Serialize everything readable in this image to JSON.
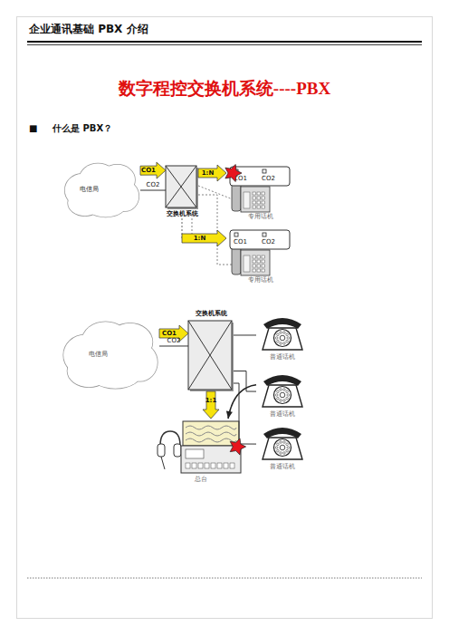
{
  "diagram": {
    "title": "数字程控交换机系统----PBX",
    "nodes": [
      {
        "text": [
          "电信局"
        ]
      },
      {
        "text": [
          "交换机系统"
        ]
      },
      {
        "text": [
          "CO1",
          "CO2",
          "专用话机"
        ]
      },
      {
        "text": [
          "CO1",
          "CO2",
          "专用话机"
        ]
      },
      {
        "text": [
          "电信局"
        ]
      },
      {
        "text": [
          "交换机系统"
        ]
      },
      {
        "text": [
          "普通话机"
        ]
      },
      {
        "text": [
          "普通话机"
        ]
      },
      {
        "text": [
          "普通话机"
        ]
      },
      {
        "text": [
          "总台"
        ]
      }
    ],
    "edges": [
      {
        "from": 0,
        "to": 1,
        "label": "CO1",
        "arrow": "to"
      },
      {
        "from": 0,
        "to": 1,
        "label": "CO2",
        "arrow": "none"
      },
      {
        "from": 1,
        "to": 2,
        "label": "1:N",
        "arrow": "to"
      },
      {
        "from": 1,
        "to": 3,
        "label": "1:N",
        "arrow": "to"
      },
      {
        "from": 4,
        "to": 5,
        "label": "CO1",
        "arrow": "to"
      },
      {
        "from": 4,
        "to": 5,
        "label": "CO2",
        "arrow": "none"
      },
      {
        "from": 5,
        "to": 6,
        "arrow": "none"
      },
      {
        "from": 5,
        "to": 7,
        "arrow": "none"
      },
      {
        "from": 5,
        "to": 8,
        "arrow": "none"
      },
      {
        "from": 5,
        "to": 9,
        "label": "1:1",
        "arrow": "to"
      },
      {
        "from": 7,
        "to": 9,
        "arrow": "to"
      }
    ],
    "labels": [
      "企业通讯基础 PBX 介绍",
      "■",
      "什么是 PBX？"
    ]
  }
}
